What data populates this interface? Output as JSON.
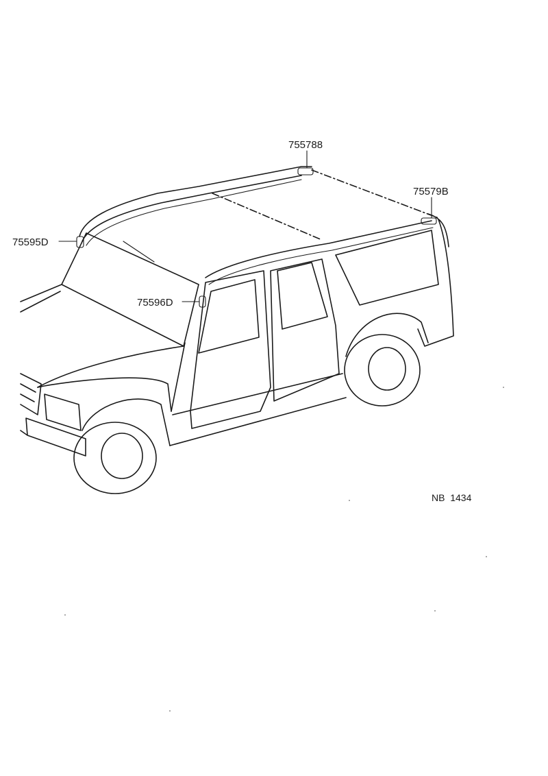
{
  "diagram": {
    "callouts": [
      {
        "id": "roof-rear-part",
        "part_no": "755788"
      },
      {
        "id": "rear-side-part",
        "part_no": "75579B"
      },
      {
        "id": "front-pillar-part",
        "part_no": "75595D"
      },
      {
        "id": "center-pillar-part",
        "part_no": "75596D"
      }
    ],
    "figure_code": "NB  1434"
  }
}
